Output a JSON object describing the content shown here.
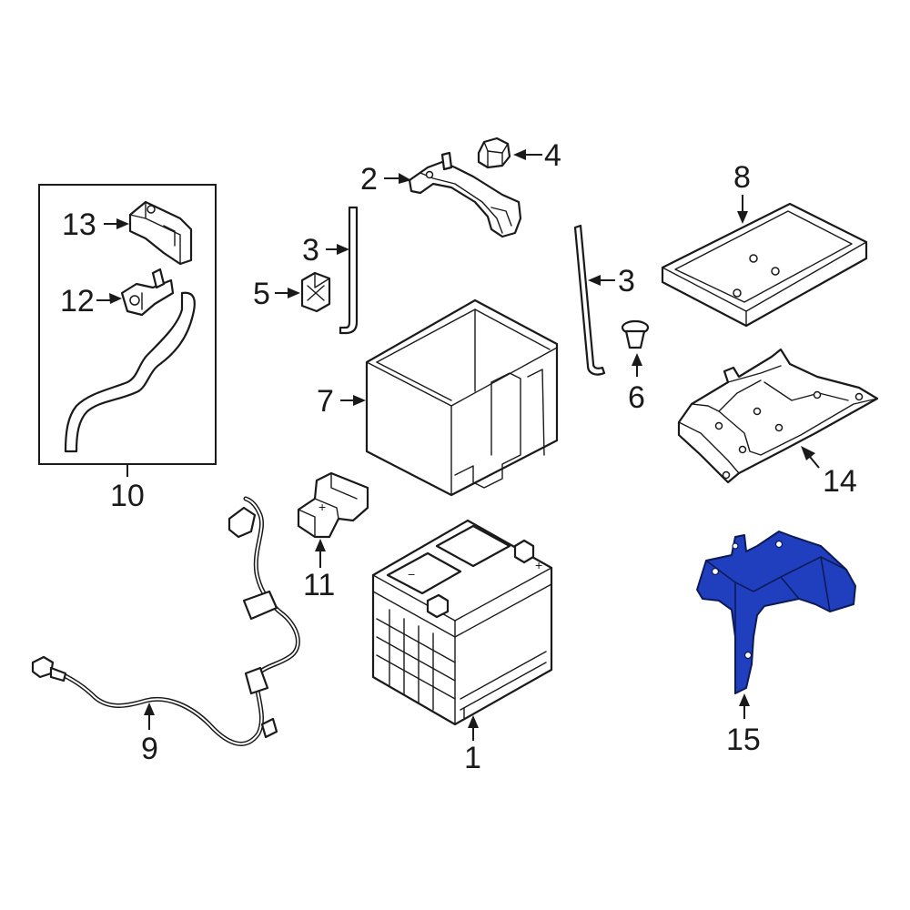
{
  "diagram": {
    "highlight_color": "#1f3fbf",
    "highlighted_part": "15",
    "callouts": [
      {
        "id": "c1",
        "label": "1"
      },
      {
        "id": "c2",
        "label": "2"
      },
      {
        "id": "c3a",
        "label": "3"
      },
      {
        "id": "c3b",
        "label": "3"
      },
      {
        "id": "c4",
        "label": "4"
      },
      {
        "id": "c5",
        "label": "5"
      },
      {
        "id": "c6",
        "label": "6"
      },
      {
        "id": "c7",
        "label": "7"
      },
      {
        "id": "c8",
        "label": "8"
      },
      {
        "id": "c9",
        "label": "9"
      },
      {
        "id": "c10",
        "label": "10"
      },
      {
        "id": "c11",
        "label": "11"
      },
      {
        "id": "c12",
        "label": "12"
      },
      {
        "id": "c13",
        "label": "13"
      },
      {
        "id": "c14",
        "label": "14"
      },
      {
        "id": "c15",
        "label": "15"
      }
    ],
    "battery_terminal_marks": {
      "plus": "+",
      "minus": "−"
    }
  }
}
